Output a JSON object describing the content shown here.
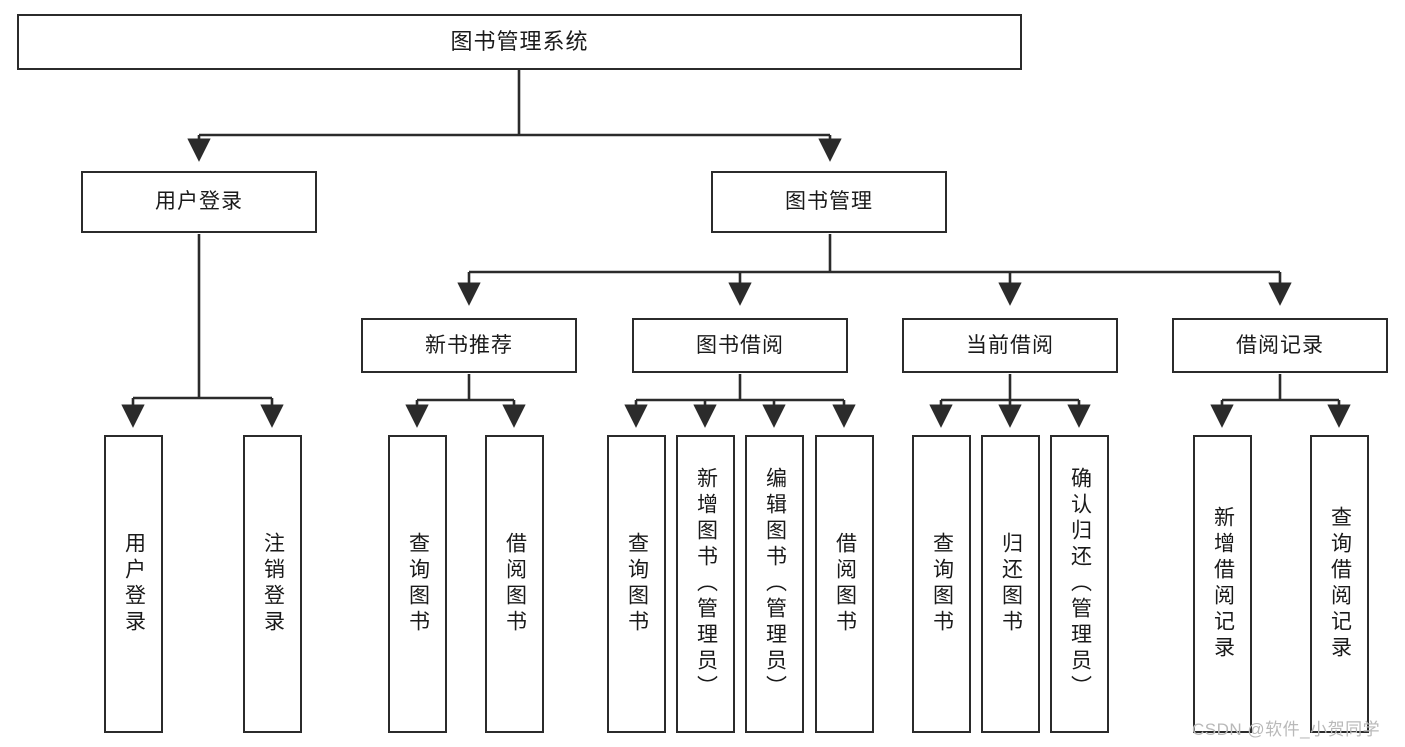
{
  "diagram": {
    "title": "图书管理系统",
    "type": "tree-hierarchy-chart",
    "orientation": "top-down",
    "colors": {
      "box_border": "#2b2b2b",
      "box_fill": "#ffffff",
      "edge": "#2b2b2b",
      "text": "#1a1a1a",
      "watermark": "#b9b9b9"
    }
  },
  "nodes": {
    "root": {
      "label": "图书管理系统"
    },
    "level2": [
      {
        "id": "user-login",
        "label": "用户登录"
      },
      {
        "id": "book-manage",
        "label": "图书管理"
      }
    ],
    "level3": [
      {
        "id": "new-book-recommend",
        "label": "新书推荐"
      },
      {
        "id": "book-borrow",
        "label": "图书借阅"
      },
      {
        "id": "current-borrow",
        "label": "当前借阅"
      },
      {
        "id": "borrow-record",
        "label": "借阅记录"
      }
    ],
    "leaves": {
      "user_login": [
        {
          "id": "leaf-user-login",
          "label": "用户登录"
        },
        {
          "id": "leaf-logout-login",
          "label": "注销登录"
        }
      ],
      "new_book_recommend": [
        {
          "id": "leaf-query-book-1",
          "label": "查询图书"
        },
        {
          "id": "leaf-borrow-book-1",
          "label": "借阅图书"
        }
      ],
      "book_borrow": [
        {
          "id": "leaf-query-book-2",
          "label": "查询图书"
        },
        {
          "id": "leaf-add-book",
          "label": "新增图书（管理员）"
        },
        {
          "id": "leaf-edit-book",
          "label": "编辑图书（管理员）"
        },
        {
          "id": "leaf-borrow-book-2",
          "label": "借阅图书"
        }
      ],
      "current_borrow": [
        {
          "id": "leaf-query-book-3",
          "label": "查询图书"
        },
        {
          "id": "leaf-return-book",
          "label": "归还图书"
        },
        {
          "id": "leaf-confirm-return",
          "label": "确认归还（管理员）"
        }
      ],
      "borrow_record": [
        {
          "id": "leaf-add-record",
          "label": "新增借阅记录"
        },
        {
          "id": "leaf-query-record",
          "label": "查询借阅记录"
        }
      ]
    }
  },
  "watermark": {
    "text": "CSDN @软件_小贺同学"
  },
  "chart_data": {
    "type": "table",
    "title": "图书管理系统 功能结构图",
    "tree": [
      {
        "label": "图书管理系统",
        "children": [
          {
            "label": "用户登录",
            "children": [
              {
                "label": "用户登录"
              },
              {
                "label": "注销登录"
              }
            ]
          },
          {
            "label": "图书管理",
            "children": [
              {
                "label": "新书推荐",
                "children": [
                  {
                    "label": "查询图书"
                  },
                  {
                    "label": "借阅图书"
                  }
                ]
              },
              {
                "label": "图书借阅",
                "children": [
                  {
                    "label": "查询图书"
                  },
                  {
                    "label": "新增图书（管理员）"
                  },
                  {
                    "label": "编辑图书（管理员）"
                  },
                  {
                    "label": "借阅图书"
                  }
                ]
              },
              {
                "label": "当前借阅",
                "children": [
                  {
                    "label": "查询图书"
                  },
                  {
                    "label": "归还图书"
                  },
                  {
                    "label": "确认归还（管理员）"
                  }
                ]
              },
              {
                "label": "借阅记录",
                "children": [
                  {
                    "label": "新增借阅记录"
                  },
                  {
                    "label": "查询借阅记录"
                  }
                ]
              }
            ]
          }
        ]
      }
    ]
  }
}
